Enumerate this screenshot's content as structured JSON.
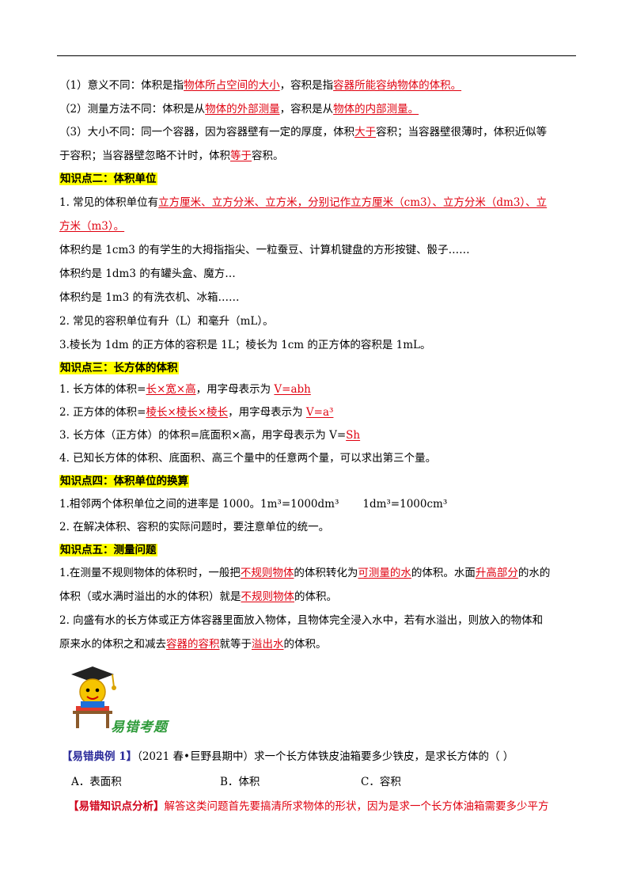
{
  "points": {
    "p1": {
      "a": "（1）意义不同：体积是指",
      "b": "物体所占空间的大小",
      "c": "，容积是指",
      "d": "容器所能容纳物体的体积。"
    },
    "p2": {
      "a": "（2）测量方法不同：体积是从",
      "b": "物体的外部测量",
      "c": "，容积是从",
      "d": "物体的内部测量。"
    },
    "p3": {
      "a": "（3）大小不同：同一个容器，因为容器壁有一定的厚度，体积",
      "b": "大于",
      "c": "容积；当容器壁很薄时，体积近似等"
    },
    "p3b": {
      "a": "于容积；当容器壁忽略不计时，体积",
      "b": "等于",
      "c": "容积。"
    }
  },
  "k2": {
    "heading": "知识点二：体积单位",
    "l1a": "1. 常见的体积单位有",
    "l1b": "立方厘米、立方分米、立方米，分别记作立方厘米（cm3）、立方分米（dm3）、立",
    "l2": "方米（m3）。",
    "l3": "体积约是 1cm3 的有学生的大拇指指尖、一粒蚕豆、计算机键盘的方形按键、骰子……",
    "l4": "体积约是 1dm3 的有罐头盒、魔方…",
    "l5": "体积约是 1m3 的有洗衣机、冰箱……",
    "l6": "2. 常见的容积单位有升（L）和毫升（mL）。",
    "l7": "3.棱长为 1dm 的正方体的容积是 1L；棱长为 1cm 的正方体的容积是 1mL。"
  },
  "k3": {
    "heading": "知识点三：长方体的体积",
    "l1a": "1. 长方体的体积=",
    "l1b": "长×宽×高",
    "l1c": "，用字母表示为 ",
    "l1d": "V=abh",
    "l2a": "2. 正方体的体积=",
    "l2b": "棱长×棱长×棱长",
    "l2c": "，用字母表示为 ",
    "l2d": "V=a³",
    "l3a": "3. 长方体（正方体）的体积=底面积×高，用字母表示为 V=",
    "l3b": "Sh",
    "l4": "4. 已知长方体的体积、底面积、高三个量中的任意两个量，可以求出第三个量。"
  },
  "k4": {
    "heading": "知识点四：体积单位的换算",
    "l1a": "1.相邻两个体积单位之间的进率是 1000。1m³=1000dm³",
    "l1b": "1dm³=1000cm³",
    "l2": "2. 在解决体积、容积的实际问题时，要注意单位的统一。"
  },
  "k5": {
    "heading": "知识点五：测量问题",
    "l1a": "1.在测量不规则物体的体积时，一般把",
    "l1b": "不规则物体",
    "l1c": "的体积转化为",
    "l1d": "可测量的水",
    "l1e": "的体积。水面",
    "l1f": "升高部分",
    "l1g": "的水的",
    "l2a": "体积（或水满时溢出的水的体积）就是",
    "l2b": "不规则物体",
    "l2c": "的体积。",
    "l3": "2. 向盛有水的长方体或正方体容器里面放入物体，且物体完全浸入水中，若有水溢出，则放入的物体和",
    "l4a": "原来水的体积之和减去",
    "l4b": "容器的容积",
    "l4c": "就等于",
    "l4d": "溢出水",
    "l4e": "的体积。"
  },
  "banner": "易错考题",
  "example": {
    "tag": "【易错典例 1】",
    "text": "（2021 春•巨野县期中）求一个长方体铁皮油箱要多少铁皮，是求长方体的（      ）",
    "optA": "A．表面积",
    "optB": "B．体积",
    "optC": "C．容积"
  },
  "analysis": {
    "tag": "【易错知识点分析】",
    "text": "解答这类问题首先要搞清所求物体的形状，因为是求一个长方体油箱需要多少平方"
  }
}
